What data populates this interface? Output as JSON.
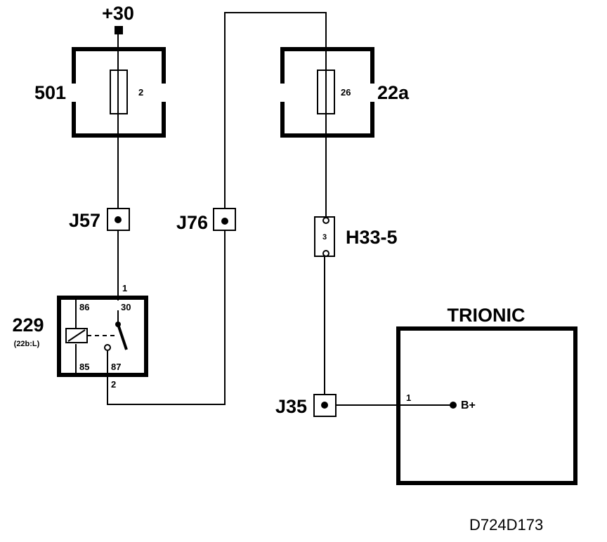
{
  "supply": {
    "label": "+30"
  },
  "fuse_501": {
    "label": "501",
    "fuse_number": "2"
  },
  "fuse_22a": {
    "label": "22a",
    "fuse_number": "26"
  },
  "junctions": {
    "j57": "J57",
    "j76": "J76",
    "j35": "J35"
  },
  "connector_h33": {
    "label": "H33-5",
    "pin": "3"
  },
  "relay_229": {
    "label": "229",
    "sublabel": "(22b:L)",
    "pin_86": "86",
    "pin_30": "30",
    "pin_85": "85",
    "pin_87": "87",
    "wire_in": "1",
    "wire_out": "2"
  },
  "trionic": {
    "title": "TRIONIC",
    "pin": "1",
    "terminal": "B+"
  },
  "drawing_code": "D724D173"
}
